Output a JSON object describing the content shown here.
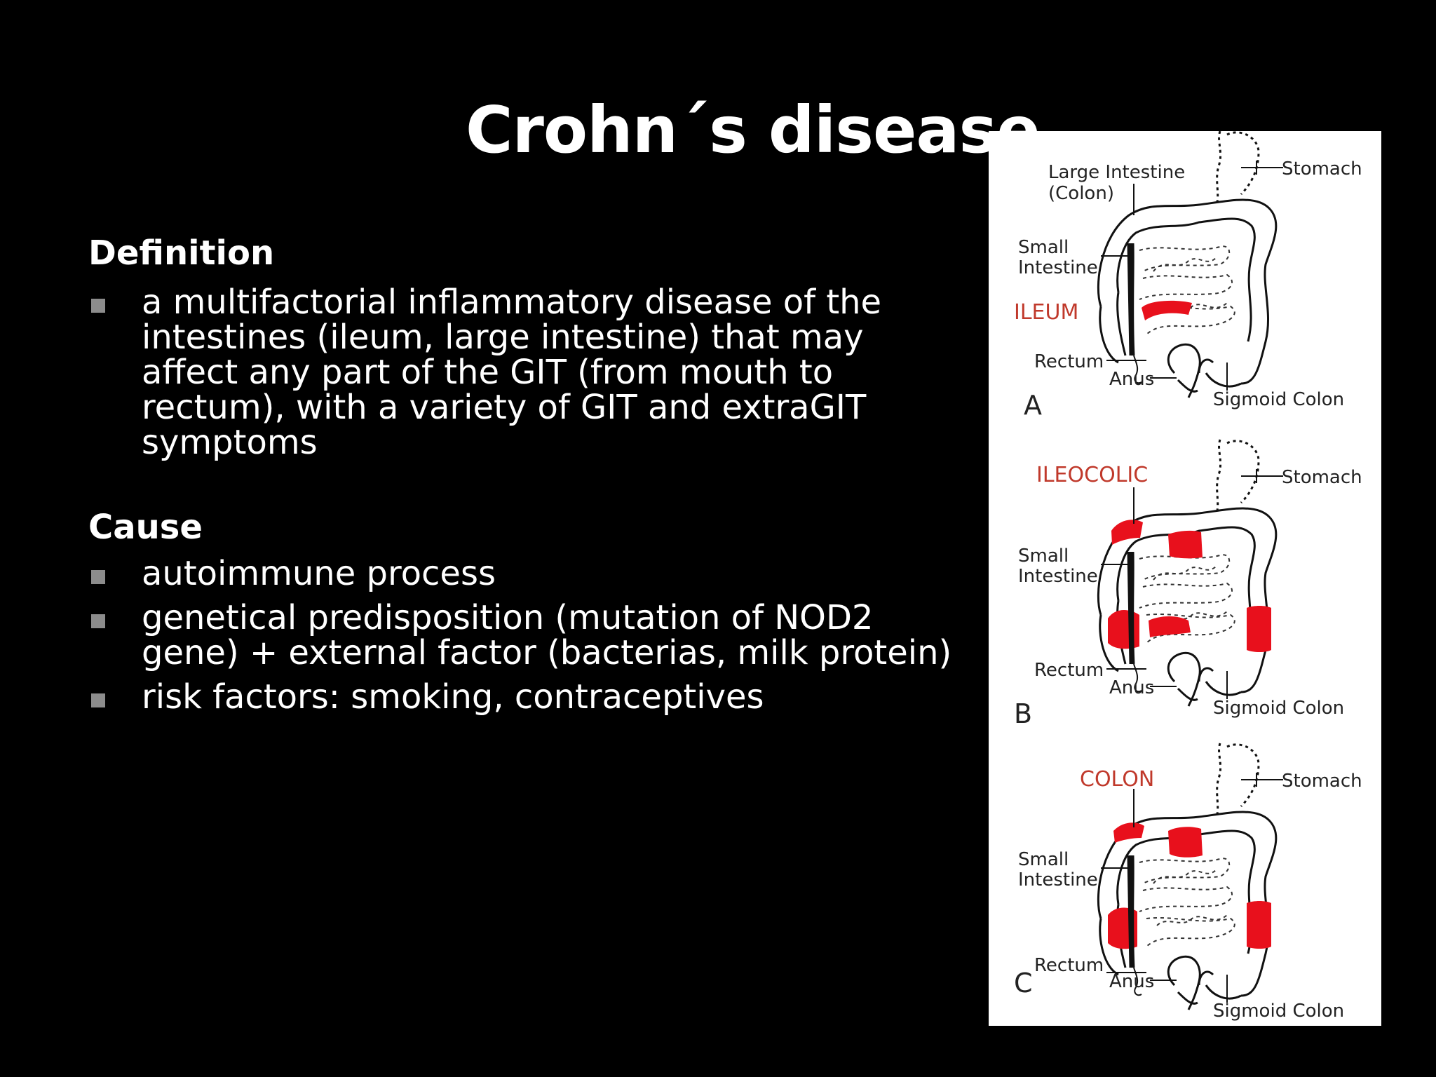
{
  "title": "Crohn´s disease",
  "definition": {
    "heading": "Definition",
    "bullets": [
      "a multifactorial inflammatory disease of the intestines (ileum, large intestine) that may affect any part of the GIT (from mouth to rectum), with a variety of GIT and extraGIT symptoms"
    ]
  },
  "cause": {
    "heading": "Cause",
    "bullets": [
      "autoimmune process",
      "genetical predisposition (mutation of NOD2 gene) + external factor (bacterias, milk protein)",
      "risk factors: smoking, contraceptives"
    ]
  },
  "figure": {
    "panels": [
      {
        "letter": "A",
        "region": "ILEUM",
        "labels": {
          "large_intestine": "Large Intestine",
          "colon": "(Colon)",
          "stomach": "Stomach",
          "small": "Small",
          "intestine": "Intestine",
          "rectum": "Rectum",
          "anus": "Anus",
          "sigmoid": "Sigmoid Colon"
        }
      },
      {
        "letter": "B",
        "region": "ILEOCOLIC",
        "labels": {
          "stomach": "Stomach",
          "small": "Small",
          "intestine": "Intestine",
          "rectum": "Rectum",
          "anus": "Anus",
          "sigmoid": "Sigmoid Colon"
        }
      },
      {
        "letter": "C",
        "region": "COLON",
        "labels": {
          "stomach": "Stomach",
          "small": "Small",
          "intestine": "Intestine",
          "rectum": "Rectum",
          "anus": "Anus",
          "sigmoid": "Sigmoid Colon"
        }
      }
    ],
    "inflamed_color": "#e8101c"
  }
}
